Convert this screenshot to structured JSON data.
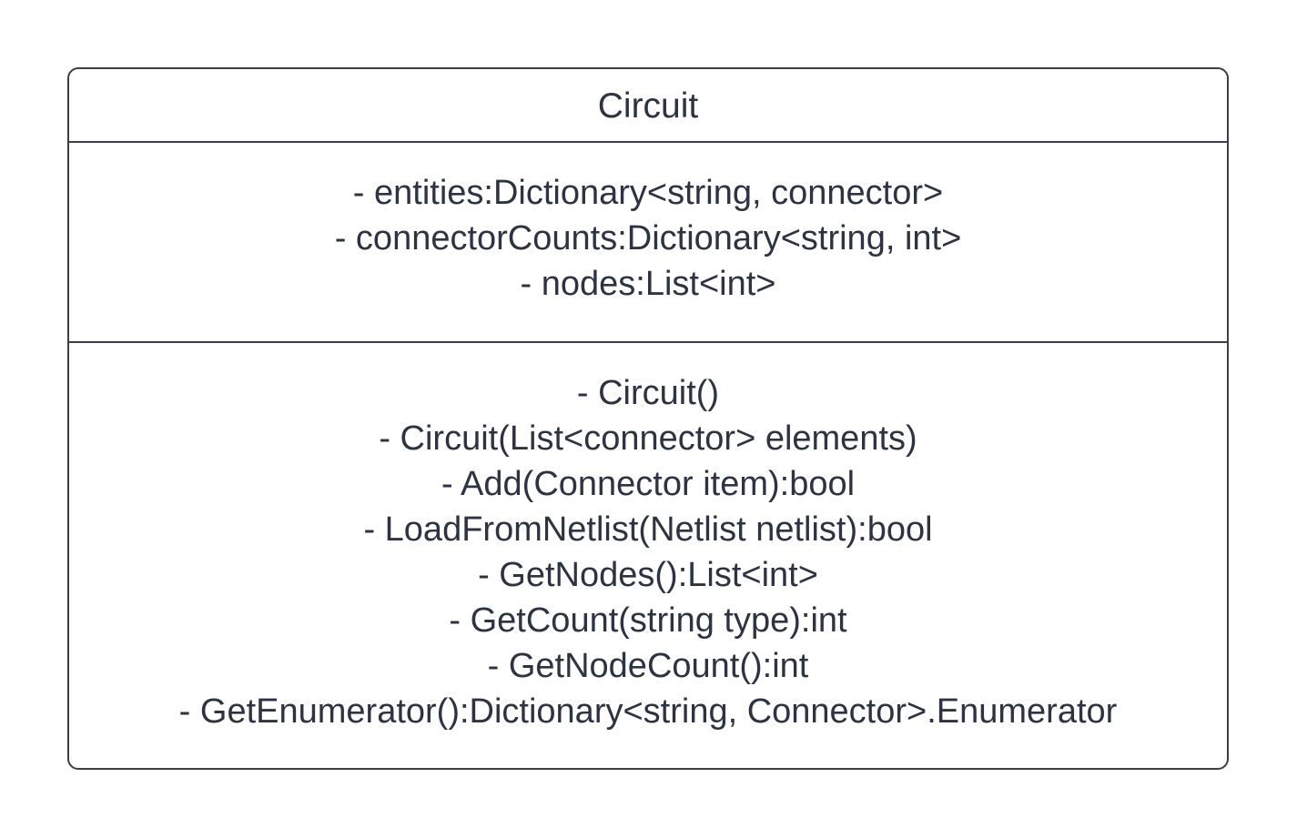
{
  "class": {
    "name": "Circuit",
    "attributes": [
      "- entities:Dictionary<string, connector>",
      "- connectorCounts:Dictionary<string, int>",
      "- nodes:List<int>"
    ],
    "methods": [
      "- Circuit()",
      "- Circuit(List<connector> elements)",
      "- Add(Connector item):bool",
      "- LoadFromNetlist(Netlist netlist):bool",
      "- GetNodes():List<int>",
      "- GetCount(string type):int",
      "- GetNodeCount():int",
      "- GetEnumerator():Dictionary<string, Connector>.Enumerator"
    ]
  }
}
